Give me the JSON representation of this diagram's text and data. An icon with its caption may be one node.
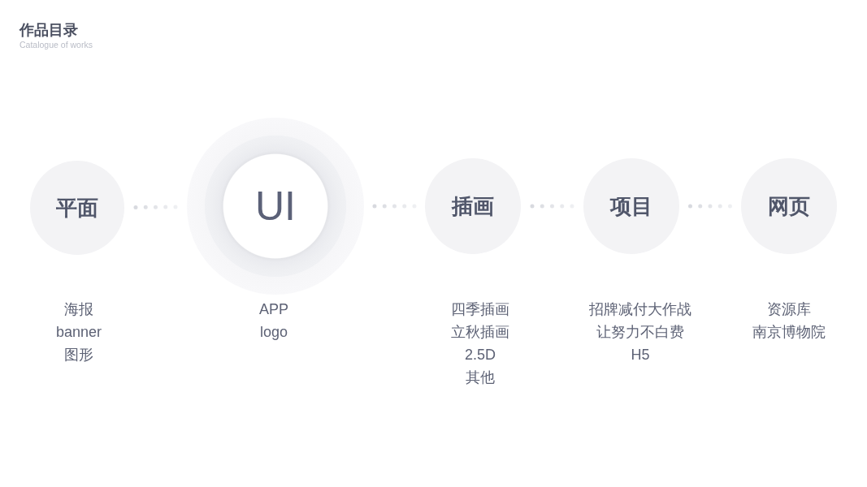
{
  "diagram": {
    "title": "作品目录",
    "nodes": [
      {
        "text": [
          "平面"
        ],
        "beside": [
          "海报",
          "banner",
          "图形"
        ]
      },
      {
        "text": [
          "UI"
        ],
        "beside": [
          "APP",
          "logo"
        ]
      },
      {
        "text": [
          "插画"
        ],
        "beside": [
          "四季插画",
          "立秋插画",
          "2.5D",
          "其他"
        ]
      },
      {
        "text": [
          "项目"
        ],
        "beside": [
          "招牌减付大作战",
          "让努力不白费",
          "H5"
        ]
      },
      {
        "text": [
          "网页"
        ],
        "beside": [
          "资源库",
          "南京博物院"
        ]
      }
    ],
    "edges": [
      {
        "from": 0,
        "to": 1,
        "arrow": "none",
        "style": "dashed"
      },
      {
        "from": 1,
        "to": 2,
        "arrow": "none",
        "style": "dashed"
      },
      {
        "from": 2,
        "to": 3,
        "arrow": "none",
        "style": "dashed"
      },
      {
        "from": 3,
        "to": 4,
        "arrow": "none",
        "style": "dashed"
      }
    ],
    "labels": [
      "Catalogue of works"
    ]
  }
}
